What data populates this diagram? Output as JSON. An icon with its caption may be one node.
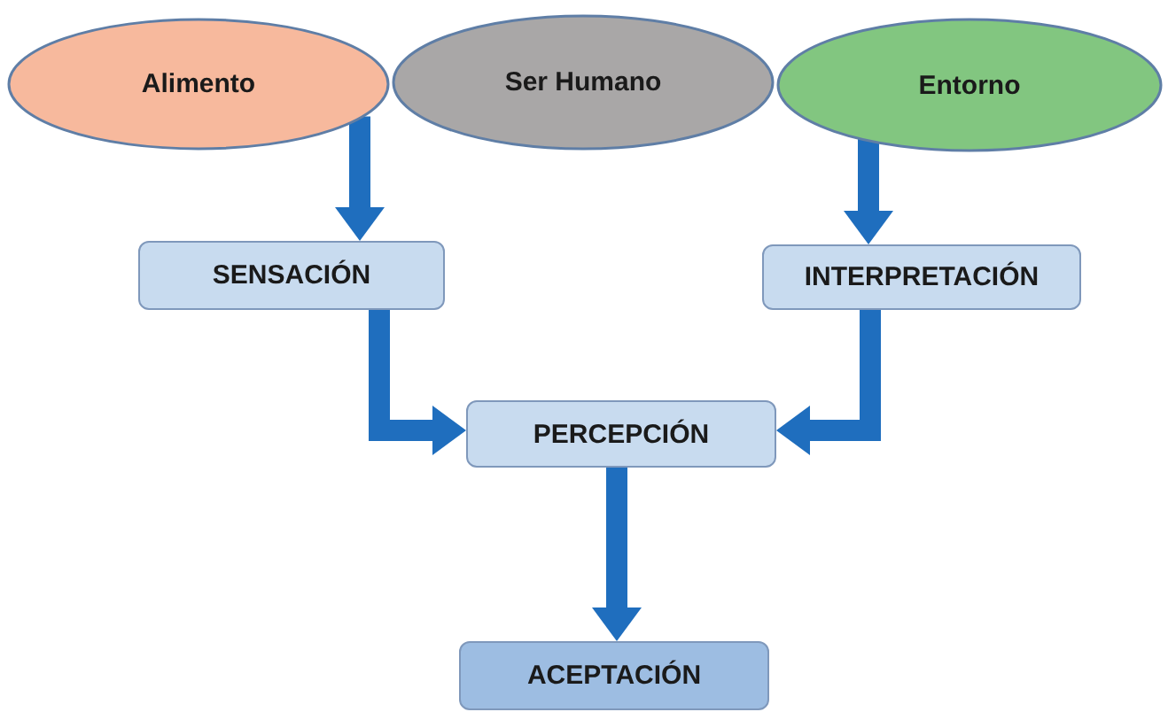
{
  "diagram": {
    "nodes": [
      {
        "text": [
          "Alimento"
        ]
      },
      {
        "text": [
          "Ser Humano"
        ]
      },
      {
        "text": [
          "Entorno"
        ]
      },
      {
        "text": [
          "SENSACIÓN"
        ]
      },
      {
        "text": [
          "INTERPRETACIÓN"
        ]
      },
      {
        "text": [
          "PERCEPCIÓN"
        ]
      },
      {
        "text": [
          "ACEPTACIÓN"
        ]
      }
    ],
    "edges": [
      {
        "from": 0,
        "to": 3,
        "arrow": "to"
      },
      {
        "from": 2,
        "to": 4,
        "arrow": "to"
      },
      {
        "from": 3,
        "to": 5,
        "arrow": "to"
      },
      {
        "from": 4,
        "to": 5,
        "arrow": "to"
      },
      {
        "from": 5,
        "to": 6,
        "arrow": "to"
      }
    ]
  }
}
